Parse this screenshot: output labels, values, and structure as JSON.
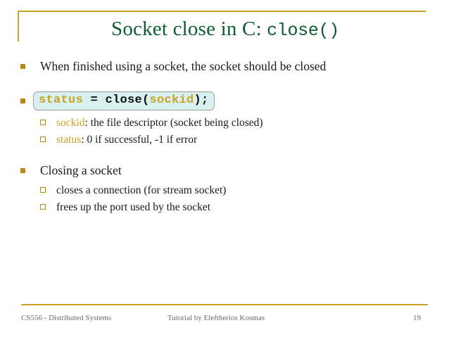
{
  "slide": {
    "title_text": "Socket close in C:",
    "title_code": "close()",
    "accent_gold": "#c9a227",
    "title_green": "#0d5c32",
    "bullet_gold": "#b8860b",
    "code_bg": "#d9f0f0",
    "body": [
      {
        "level": 1,
        "type": "text",
        "text": "When finished using a socket, the socket should be closed"
      },
      {
        "level": 1,
        "type": "code",
        "code_parts": [
          {
            "text": "status",
            "style": "var"
          },
          {
            "text": " = close(",
            "style": "plain"
          },
          {
            "text": "sockid",
            "style": "var"
          },
          {
            "text": ");",
            "style": "plain"
          }
        ],
        "code_plain": "status = close(sockid);"
      },
      {
        "level": 2,
        "type": "term",
        "term": "sockid",
        "text": ": the file descriptor (socket being closed)"
      },
      {
        "level": 2,
        "type": "term",
        "term": "status",
        "text": ": 0 if successful, -1 if error"
      },
      {
        "level": 1,
        "type": "text",
        "text": "Closing a socket"
      },
      {
        "level": 2,
        "type": "text",
        "text": "closes a connection (for stream socket)"
      },
      {
        "level": 2,
        "type": "text",
        "text": "frees up the port used by the socket"
      }
    ]
  },
  "footer": {
    "left": "CS556 - Distributed Systems",
    "center": "Tutorial by Eleftherios Kosmas",
    "page_number": "19"
  }
}
